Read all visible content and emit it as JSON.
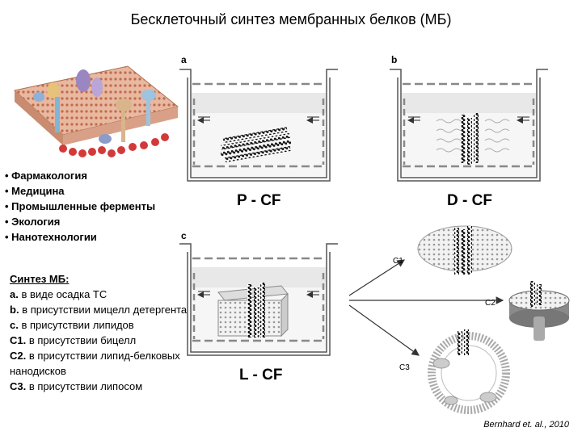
{
  "title": "Бесклеточный синтез мембранных белков (МБ)",
  "applications": [
    "• Фармакология",
    "• Медицина",
    "• Промышленные ферменты",
    "• Экология",
    "• Нанотехнологии"
  ],
  "synthesis": {
    "heading": "Синтез МБ:",
    "items": [
      {
        "key": "a.",
        "text": " в виде осадка ТС"
      },
      {
        "key": "b.",
        "text": " в присутствии мицелл детергента"
      },
      {
        "key": "c.",
        "text": " в присутствии липидов"
      },
      {
        "key": "C1.",
        "text": " в присутствии бицелл"
      },
      {
        "key": "C2.",
        "text": " в присутствии липид-белковых нанодисков"
      },
      {
        "key": "C3.",
        "text": " в присутствии липосом"
      }
    ]
  },
  "panels": {
    "a": {
      "letter": "a",
      "method": "P - CF"
    },
    "b": {
      "letter": "b",
      "method": "D - CF"
    },
    "c": {
      "letter": "c",
      "method": "L - CF"
    }
  },
  "subpanels": {
    "c1": "C1",
    "c2": "C2",
    "c3": "C3"
  },
  "reference": "Bernhard et. al., 2010"
}
